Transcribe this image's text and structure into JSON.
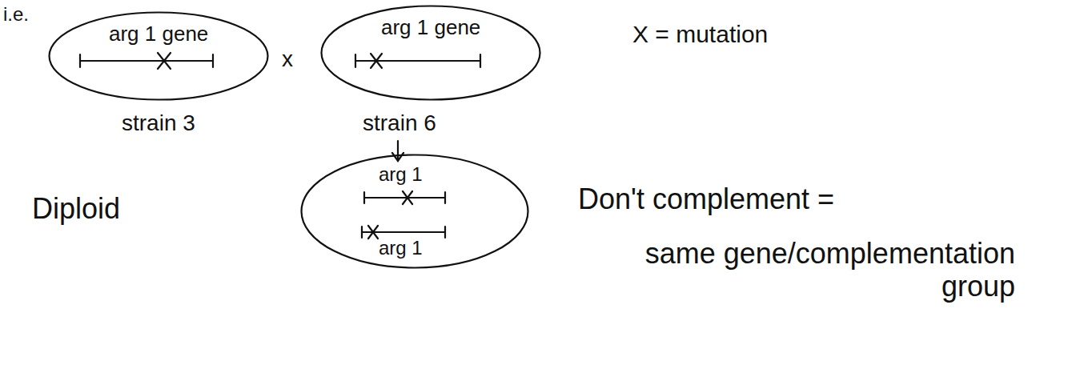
{
  "diagram": {
    "nodes": [
      {
        "text": [
          "arg 1 gene",
          "strain 3"
        ]
      },
      {
        "text": [
          "arg 1 gene",
          "strain 6"
        ]
      },
      {
        "text": [
          "arg 1",
          "arg 1"
        ]
      }
    ],
    "labels": [
      "i.e.",
      "x",
      "X = mutation",
      "Diploid",
      "Don't complement =",
      "same gene/complementation group"
    ]
  }
}
